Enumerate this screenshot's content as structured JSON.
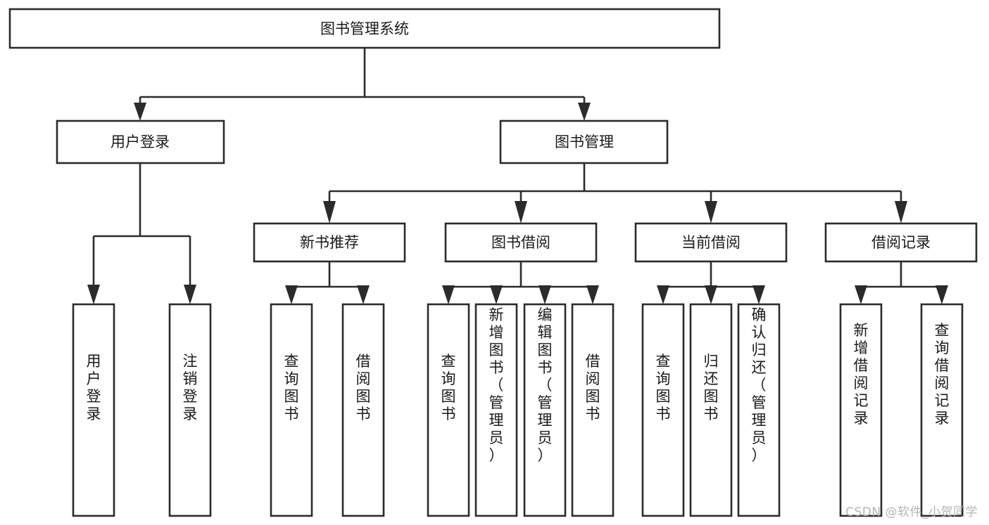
{
  "diagram": {
    "type": "tree-hierarchy-chart",
    "orientation": "top-down",
    "colors": {
      "background": "#ffffff",
      "box_stroke": "#2b2b2b",
      "box_fill": "#ffffff",
      "text": "#1a1a1a",
      "watermark": "#b5b5b5"
    },
    "root": {
      "label": "图书管理系统"
    },
    "level2": [
      {
        "label": "用户登录"
      },
      {
        "label": "图书管理"
      }
    ],
    "level3": [
      {
        "label": "新书推荐"
      },
      {
        "label": "图书借阅"
      },
      {
        "label": "当前借阅"
      },
      {
        "label": "借阅记录"
      }
    ],
    "leaves": {
      "user_login": [
        {
          "label": "用户登录"
        },
        {
          "label": "注销登录"
        }
      ],
      "new_book_recommend": [
        {
          "label": "查询图书"
        },
        {
          "label": "借阅图书"
        }
      ],
      "book_borrow": [
        {
          "label": "查询图书"
        },
        {
          "label": "新增图书（管理员）"
        },
        {
          "label": "编辑图书（管理员）"
        },
        {
          "label": "借阅图书"
        }
      ],
      "current_borrow": [
        {
          "label": "查询图书"
        },
        {
          "label": "归还图书"
        },
        {
          "label": "确认归还（管理员）"
        }
      ],
      "borrow_record": [
        {
          "label": "新增借阅记录"
        },
        {
          "label": "查询借阅记录"
        }
      ]
    }
  },
  "watermark": {
    "text": "CSDN @软件_小贺同学"
  }
}
